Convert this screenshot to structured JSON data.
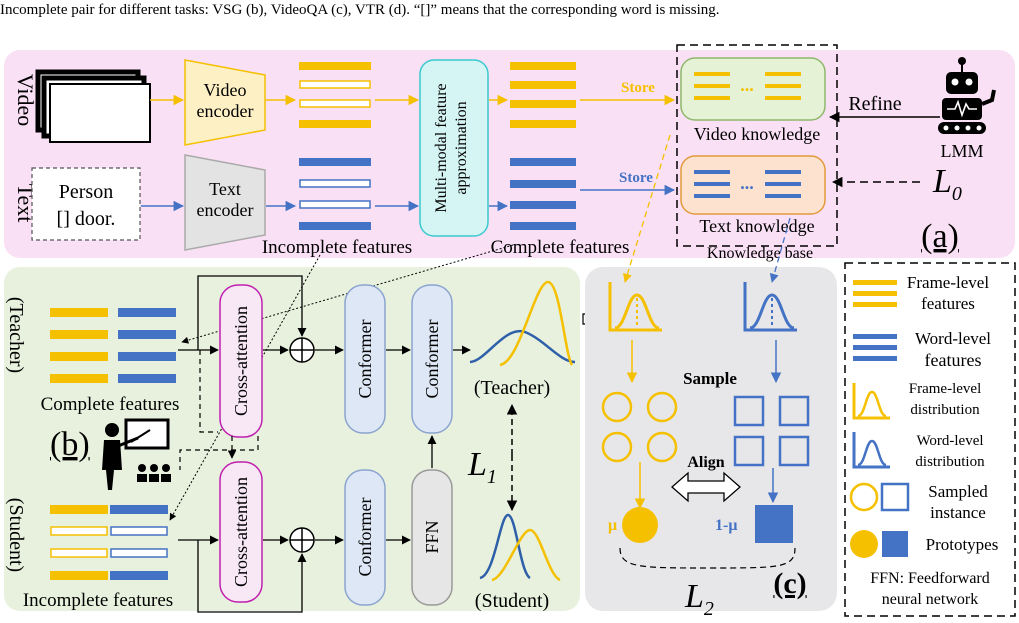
{
  "caption": "Incomplete pair for different tasks: VSG (b), VideoQA (c), VTR (d). “[]” means that the corresponding word is missing.",
  "colors": {
    "frame": "#f5c000",
    "word": "#4472c4",
    "pink_bg": "#f9e0f5",
    "green_bg": "#e8f1de",
    "gray_bg": "#e7e7e9",
    "magenta": "#c020b0",
    "conformer_fill": "#dde7f5",
    "approx_fill": "#d5f4f4",
    "video_kb_fill": "#e6f2d6",
    "text_kb_fill": "#fde3cf",
    "kb_border": "#e39a3c",
    "video_encoder_fill": "#fdf0c5",
    "text_encoder_fill": "#e3e3e3"
  },
  "panel_a": {
    "row_video": "Video",
    "row_text": "Text",
    "video_encoder": [
      "Video",
      "encoder"
    ],
    "text_encoder": [
      "Text",
      "encoder"
    ],
    "text_input": [
      "Person",
      "[] door."
    ],
    "approximation": [
      "Multi-modal feature",
      "approximation"
    ],
    "incomplete_label": "Incomplete features",
    "complete_label": "Complete features",
    "store_video": "Store",
    "store_text": "Store",
    "ellipsis": "...",
    "video_knowledge": "Video knowledge",
    "text_knowledge": "Text knowledge",
    "knowledge_base": "Knowledge base",
    "refine": "Refine",
    "lmm": "LMM",
    "loss": "L",
    "loss_sub": "0",
    "tag": "(a)"
  },
  "panel_b": {
    "teacher_side": "(Teacher)",
    "student_side": "(Student)",
    "complete_label": "Complete features",
    "incomplete_label": "Incomplete features",
    "cross_attention_top": "Cross-attention",
    "cross_attention_bottom": "Cross-attention",
    "conformer_1": "Conformer",
    "conformer_2": "Conformer",
    "conformer_3": "Conformer",
    "ffn": "FFN",
    "teacher_out": "(Teacher)",
    "student_out": "(Student)",
    "loss": "L",
    "loss_sub": "1",
    "tag": "(b)"
  },
  "panel_c": {
    "sample": "Sample",
    "align": "Align",
    "mu": "μ",
    "one_minus_mu": "1-μ",
    "loss": "L",
    "loss_sub": "2",
    "tag": "(c)"
  },
  "legend": {
    "frame_features": [
      "Frame-level",
      "features"
    ],
    "word_features": [
      "Word-level",
      "features"
    ],
    "frame_distribution": [
      "Frame-level",
      "distribution"
    ],
    "word_distribution": [
      "Word-level",
      "distribution"
    ],
    "sampled_instance": [
      "Sampled",
      "instance"
    ],
    "prototypes": "Prototypes",
    "ffn_def": [
      "FFN: Feedforward",
      "neural network"
    ]
  }
}
